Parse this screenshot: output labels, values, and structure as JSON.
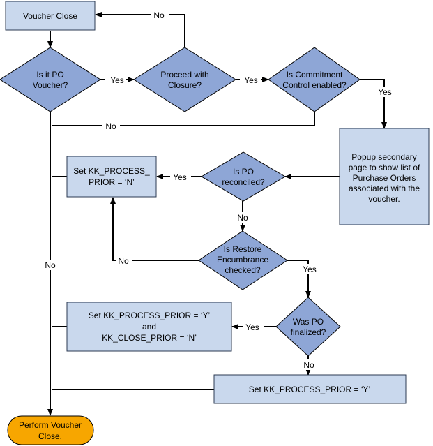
{
  "colors": {
    "box_fill": "#c9d8ed",
    "diamond_fill": "#8ea6d6",
    "terminal_fill": "#f7a600",
    "line": "#000000"
  },
  "nodes": {
    "voucher_close": "Voucher Close",
    "is_po_voucher": [
      "Is it PO",
      "Voucher?"
    ],
    "proceed_closure": [
      "Proceed with",
      "Closure?"
    ],
    "commitment_control": [
      "Is Commitment",
      "Control enabled?"
    ],
    "popup_secondary": [
      "Popup secondary",
      "page to show list of",
      "Purchase Orders",
      "associated with the",
      "voucher."
    ],
    "is_po_reconciled": [
      "Is PO",
      "reconciled?"
    ],
    "set_prior_n": [
      "Set KK_PROCESS_",
      "PRIOR = ‘N’"
    ],
    "restore_encumbrance": [
      "Is Restore",
      "Encumbrance",
      "checked?"
    ],
    "was_po_finalized": [
      "Was PO",
      "finalized?"
    ],
    "set_prior_y_close_n": [
      "Set KK_PROCESS_PRIOR = ‘Y’",
      "and",
      "KK_CLOSE_PRIOR = ‘N’"
    ],
    "set_prior_y": "Set KK_PROCESS_PRIOR = ‘Y’",
    "perform_close": [
      "Perform Voucher",
      "Close."
    ]
  },
  "labels": {
    "yes_po_voucher": "Yes",
    "no_proceed": "No",
    "yes_proceed": "Yes",
    "yes_commitment": "Yes",
    "no_commitment": "No",
    "no_main": "No",
    "yes_reconciled": "Yes",
    "no_reconciled": "No",
    "no_restore": "No",
    "yes_restore": "Yes",
    "yes_finalized": "Yes",
    "no_finalized": "No"
  }
}
